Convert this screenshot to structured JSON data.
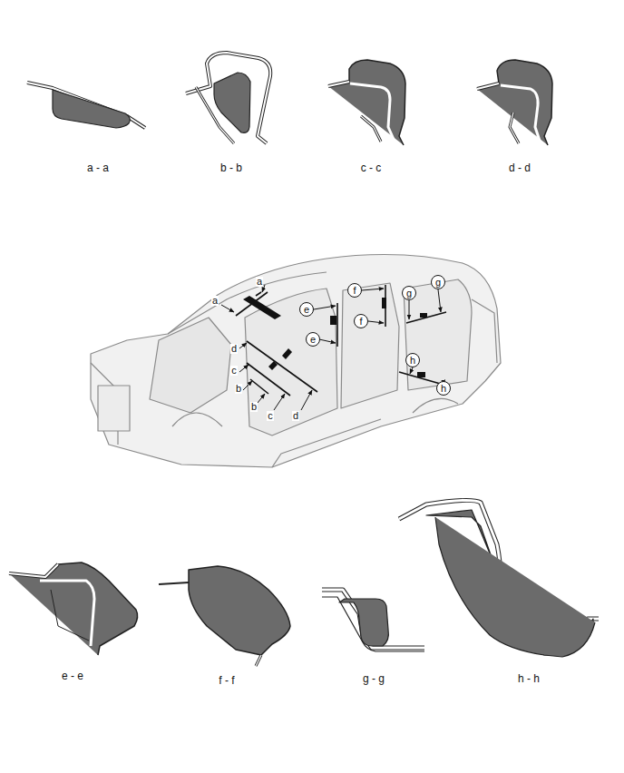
{
  "diagram": {
    "nodes": [
      {
        "text": [
          "f"
        ]
      },
      {
        "text": [
          "g"
        ]
      },
      {
        "text": [
          "g"
        ]
      },
      {
        "text": [
          "e"
        ]
      },
      {
        "text": [
          "f"
        ]
      },
      {
        "text": [
          "e"
        ]
      },
      {
        "text": [
          "h"
        ]
      },
      {
        "text": [
          "h"
        ]
      }
    ],
    "labels": [
      "a - a",
      "b - b",
      "c - c",
      "d - d",
      "a",
      "a",
      "d",
      "c",
      "b",
      "b",
      "c",
      "d",
      "e - e",
      "f - f",
      "g - g",
      "h - h"
    ]
  }
}
